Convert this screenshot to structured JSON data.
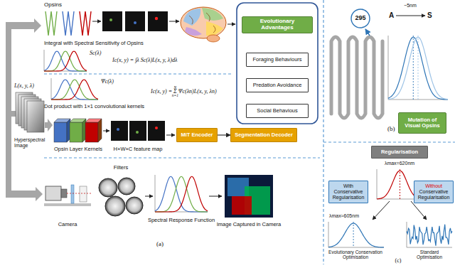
{
  "diagram": {
    "nodes": [
      {
        "text": [
          "Evolutionary Advantages"
        ]
      },
      {
        "text": [
          "Foraging Behaviours"
        ]
      },
      {
        "text": [
          "Predation Avoidance"
        ]
      },
      {
        "text": [
          "Social Behavious"
        ]
      },
      {
        "text": [
          "MiT Encoder"
        ]
      },
      {
        "text": [
          "Segmentation Decoder"
        ]
      },
      {
        "text": [
          "295"
        ]
      },
      {
        "text": [
          "Mutation of Visual Opsins"
        ]
      },
      {
        "text": [
          "Regularisation"
        ]
      },
      {
        "text": [
          "With Conservative Regularisation"
        ]
      },
      {
        "text": [
          "Without",
          "Conservative Regularisation"
        ]
      }
    ],
    "edges": [
      {
        "from": 4,
        "to": 5,
        "arrow": "to"
      }
    ],
    "labels": [
      "L(x, y, λ)",
      "Hyperspectral Image",
      "Opsins",
      "Integral with Spectral Sensitivity of Opsins",
      "Sc(λ)",
      "Ic(x, y) = ∫λ Sc(λ)L(x, y, λ)dλ",
      "Ψc(λ)",
      "Dot product with 1×1 convolutional kernels",
      "Ic(x, y) = Σ Ψc(λn)L(x, y, λn)",
      "N",
      "n=1",
      "Opsin Layer Kernels",
      "H×W×C feature map",
      "Filters",
      "Camera",
      "Spectral Response Function",
      "Image Captured in Camera",
      "(a)",
      "A",
      "~5nm",
      "S",
      "(b)",
      "λmax=620nm",
      "λmax≈605nm",
      "Evolutionary Conservation Optimisation",
      "Standard Optimisation",
      "(c)"
    ]
  }
}
